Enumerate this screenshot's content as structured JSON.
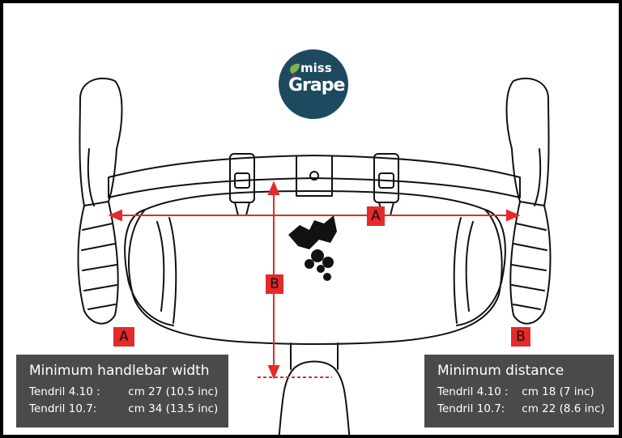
{
  "logo": {
    "line1": "miss",
    "line2": "Grape",
    "colors": {
      "circle": "#1e4a60",
      "leaf": "#7ab648",
      "grape": "#7a2a78",
      "text": "#ffffff"
    }
  },
  "labels": {
    "a_top": "A",
    "b_mid": "B",
    "a_left": "A",
    "b_right": "B"
  },
  "left_box": {
    "heading": "Minimum handlebar width",
    "rows": [
      {
        "model": "Tendril 4.10 :",
        "value": "cm 27 (10.5 inc)"
      },
      {
        "model": "Tendril 10.7:",
        "value": "cm 34 (13.5 inc)"
      }
    ]
  },
  "right_box": {
    "heading": "Minimum distance",
    "rows": [
      {
        "model": "Tendril 4.10 :",
        "value": "cm 18 (7 inc)"
      },
      {
        "model": "Tendril 10.7:",
        "value": "cm 22 (8.6 inc)"
      }
    ]
  },
  "colors": {
    "accent_red": "#e42a2a",
    "box_bg": "#4a4a4a",
    "line": "#111111",
    "frame": "#000000"
  }
}
